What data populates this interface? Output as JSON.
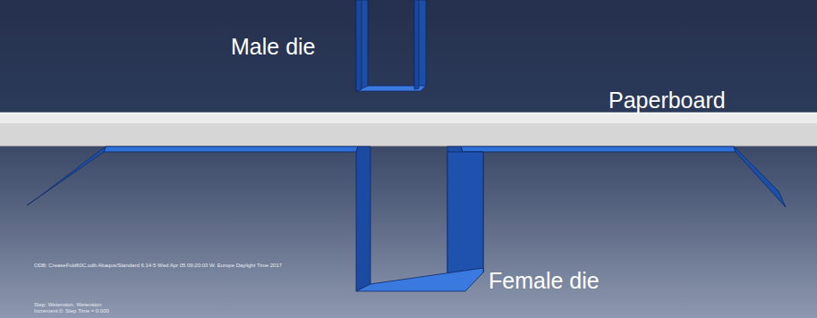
{
  "diagram": {
    "labels": [
      "Male die",
      "Paperboard",
      "Female die",
      "ODB: CreaseFold60C.odb    Abaqus/Standard 6.14-5    Wed Apr 05 09:20:03 W. Europe Daylight Time 2017",
      "Step: Wetension, Wetension",
      "Increment     0: Step Time =     0.000"
    ]
  }
}
